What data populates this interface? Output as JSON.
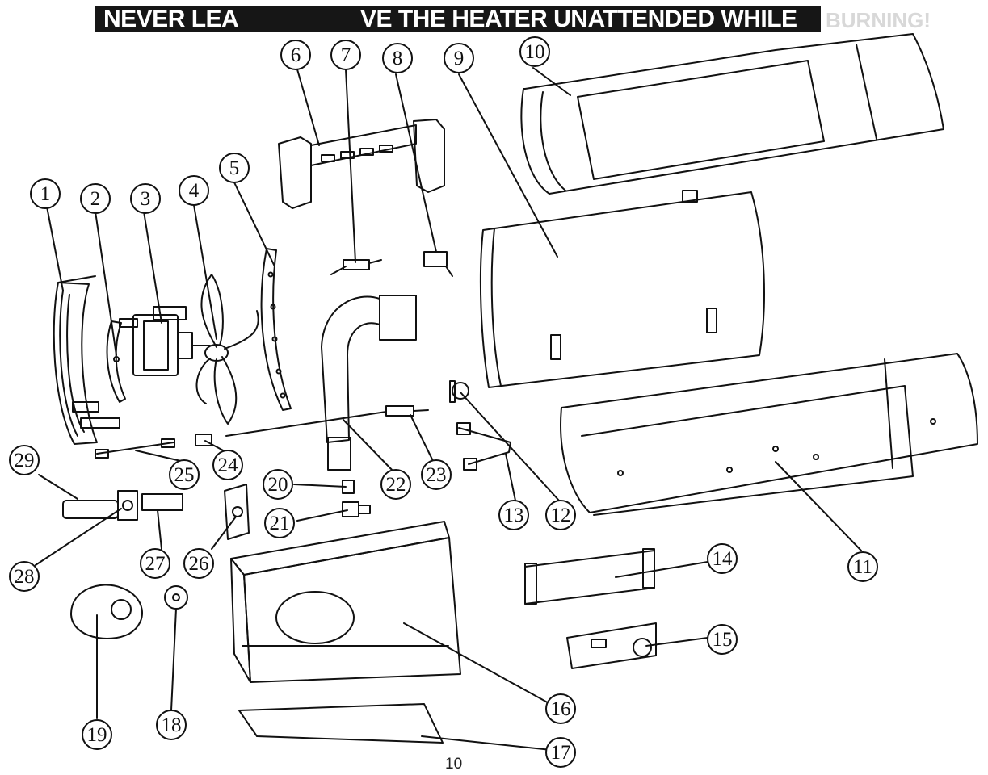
{
  "banner": {
    "left_text": "NEVER LEA",
    "right_text": "VE THE HEATER UNATTENDED WHILE",
    "faded_text": "BURNING!"
  },
  "callouts": [
    "1",
    "2",
    "3",
    "4",
    "5",
    "6",
    "7",
    "8",
    "9",
    "10",
    "11",
    "12",
    "13",
    "14",
    "15",
    "16",
    "17",
    "18",
    "19",
    "20",
    "21",
    "22",
    "23",
    "24",
    "25",
    "26",
    "27",
    "28",
    "29"
  ],
  "page_number": "10"
}
